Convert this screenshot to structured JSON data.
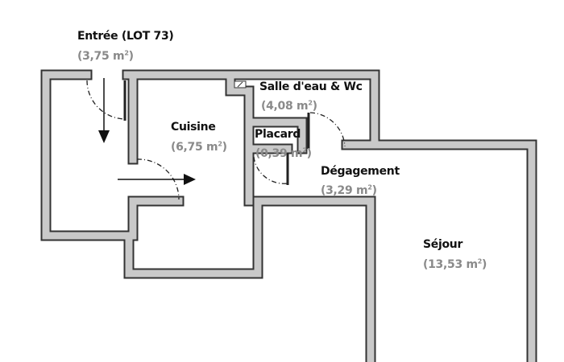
{
  "plan": {
    "rooms": [
      {
        "name": "Entrée (LOT 73)",
        "area": "(3,75 m",
        "unit_sup": "2",
        "close": ")"
      },
      {
        "name": "Cuisine",
        "area": "(6,75 m",
        "unit_sup": "2",
        "close": ")"
      },
      {
        "name": "Salle d'eau & Wc",
        "area": "(4,08 m",
        "unit_sup": "2",
        "close": ")"
      },
      {
        "name": "Placard",
        "area": "(0,39 m",
        "unit_sup": "2",
        "close": ")"
      },
      {
        "name": "Dégagement",
        "area": "(3,29 m",
        "unit_sup": "2",
        "close": ")"
      },
      {
        "name": "Séjour",
        "area": "(13,53 m",
        "unit_sup": "2",
        "close": ")"
      }
    ],
    "colors": {
      "wall_fill": "#c9c9c9",
      "wall_edge": "#333333",
      "label": "#111111",
      "area": "#8a8a8a"
    }
  }
}
